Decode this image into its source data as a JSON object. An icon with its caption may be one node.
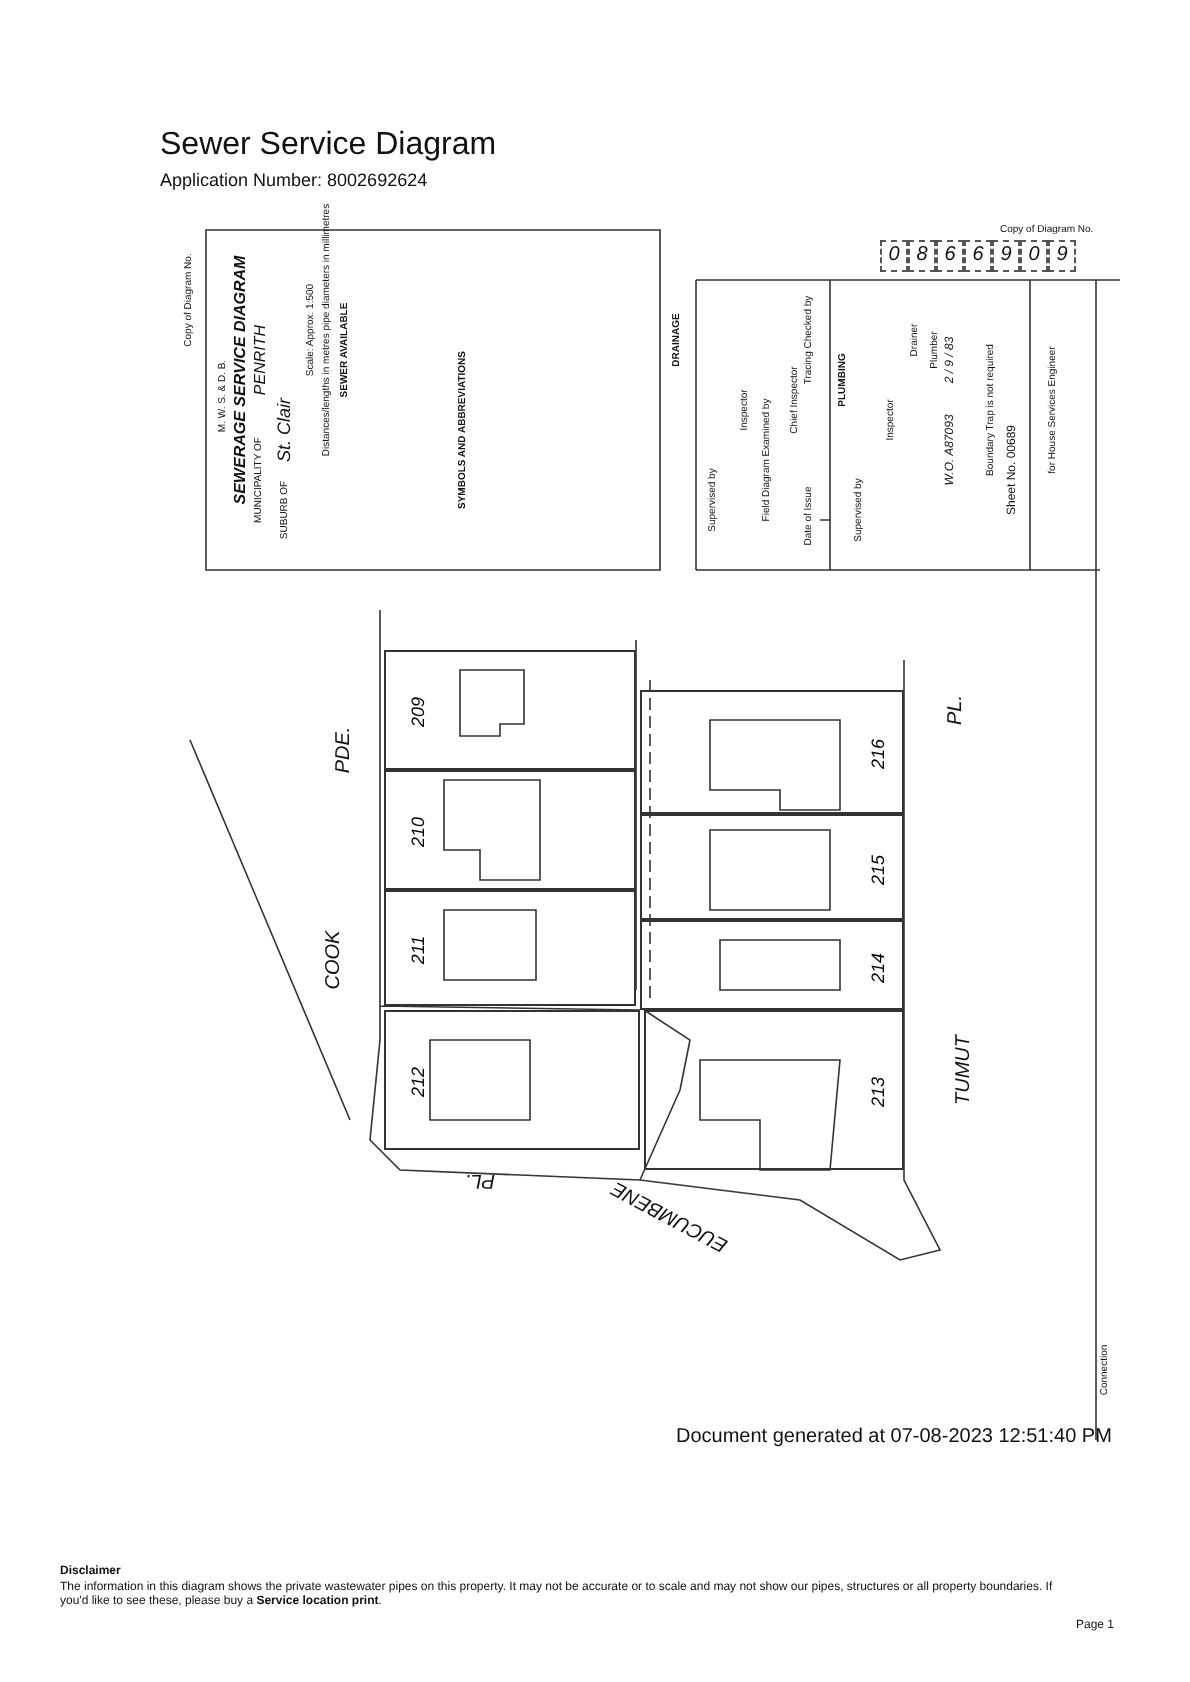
{
  "diagram": {
    "title": "Sewer Service Diagram",
    "nodes": [
      {
        "text": [
          "209"
        ]
      },
      {
        "text": [
          "210"
        ]
      },
      {
        "text": [
          "211"
        ]
      },
      {
        "text": [
          "212"
        ]
      },
      {
        "text": [
          "216"
        ]
      },
      {
        "text": [
          "215"
        ]
      },
      {
        "text": [
          "214"
        ]
      },
      {
        "text": [
          "213"
        ]
      }
    ],
    "edges": [],
    "labels": [
      "Application Number: 8002692624",
      "Copy of Diagram No.",
      "M. W. S. & D. B.",
      "SEWERAGE SERVICE DIAGRAM",
      "MUNICIPALITY OF",
      "PENRITH",
      "SUBURB OF",
      "St. Clair",
      "Scale: Approx. 1:500",
      "Distances/lengths in metres pipe diameters in millimetres",
      "SEWER AVAILABLE",
      "SYMBOLS AND ABBREVIATIONS",
      "DRAINAGE",
      "Supervised by",
      "Inspector",
      "Field Diagram Examined by",
      "Chief Inspector",
      "Date of Issue",
      "Tracing Checked by",
      "PLUMBING",
      "Supervised by",
      "Inspector",
      "Drainer",
      "Plumber",
      "W.O. A87093",
      "2 / 9 / 83",
      "Boundary Trap is not required",
      "Sheet No. 00689",
      "for House Services Engineer",
      "Copy of Diagram No.",
      "0",
      "8",
      "6",
      "6",
      "9",
      "0",
      "9",
      "PDE.",
      "COOK",
      "PL.",
      "TUMUT",
      "PL.",
      "EUCUMBENE",
      "Connection",
      "Document generated at 07-08-2023 12:51:40 PM",
      "Disclaimer",
      "The information in this diagram shows the private wastewater pipes on this property. It may not be accurate or to scale and may not show our pipes, structures or all property boundaries. If you'd like to see these, please buy a **Service location print**.",
      "Page 1"
    ]
  }
}
